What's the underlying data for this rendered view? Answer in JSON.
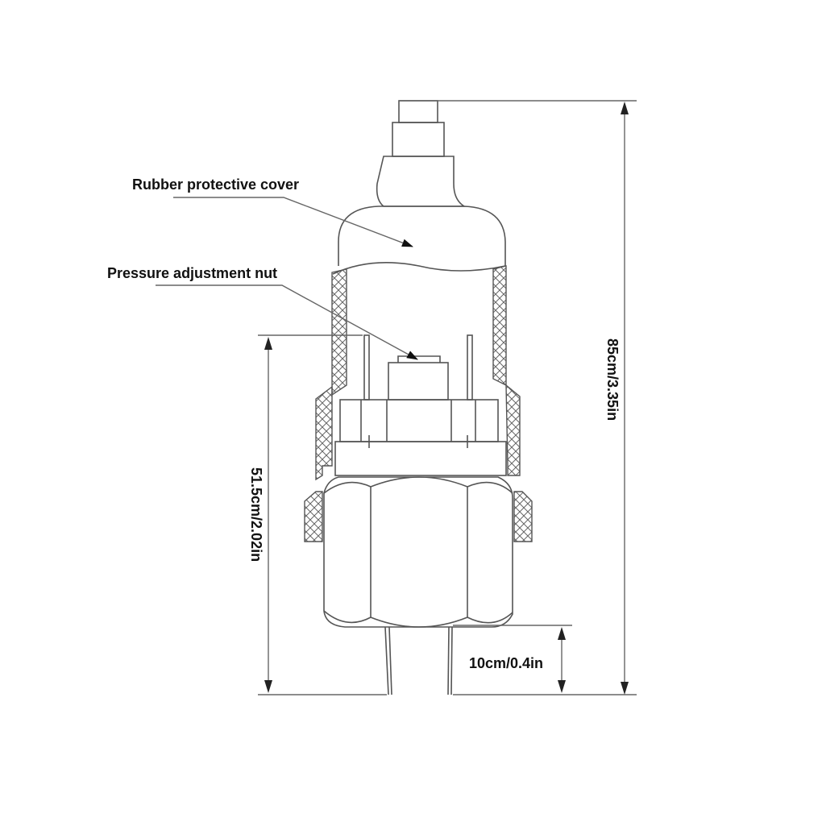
{
  "diagram": {
    "subject": "Pressure switch",
    "labels": {
      "rubber_cover": "Rubber protective cover",
      "adjust_nut": "Pressure adjustment nut"
    },
    "dimensions": {
      "total_height": "85cm/3.35in",
      "body_height": "51.5cm/2.02in",
      "thread_height": "10cm/0.4in"
    },
    "colors": {
      "line": "#555555",
      "text": "#111111",
      "background": "#ffffff"
    }
  }
}
